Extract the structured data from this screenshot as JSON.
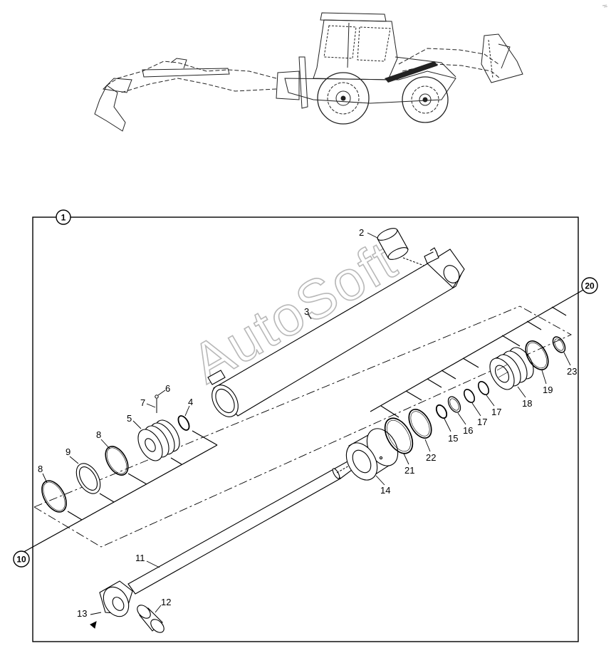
{
  "watermark": "AutoSoft",
  "main_callout": "1",
  "group_callouts": {
    "left_group": "10",
    "right_group": "20"
  },
  "part_labels": {
    "p2": "2",
    "p3": "3",
    "p4": "4",
    "p5": "5",
    "p6": "6",
    "p7": "7",
    "p8a": "8",
    "p8b": "8",
    "p9": "9",
    "p11": "11",
    "p12": "12",
    "p13": "13",
    "p14": "14",
    "p15": "15",
    "p16": "16",
    "p17a": "17",
    "p17b": "17",
    "p18": "18",
    "p19": "19",
    "p21": "21",
    "p22": "22",
    "p23": "23"
  }
}
